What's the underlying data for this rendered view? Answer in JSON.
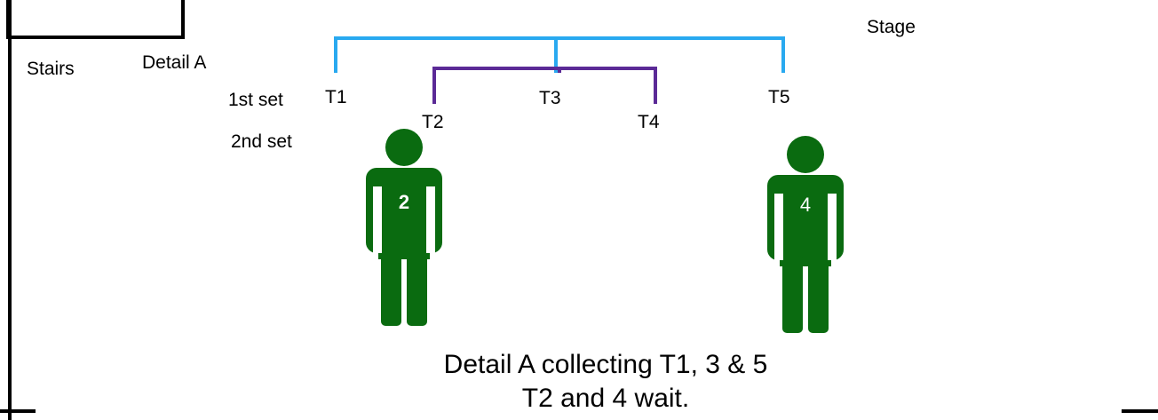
{
  "labels": {
    "stage": "Stage",
    "stairs": "Stairs",
    "detail_a": "Detail A",
    "first_set": "1st set",
    "second_set": "2nd set"
  },
  "tables": {
    "t1": "T1",
    "t2": "T2",
    "t3": "T3",
    "t4": "T4",
    "t5": "T5"
  },
  "people": [
    {
      "number": "2",
      "color": "#0a6b10"
    },
    {
      "number": "4",
      "color": "#0a6b10"
    }
  ],
  "caption": {
    "line1": "Detail A collecting T1, 3 & 5",
    "line2": "T2 and 4 wait."
  },
  "colors": {
    "first_set_bracket": "#29a9f0",
    "second_set_bracket": "#5b2a96",
    "person": "#0a6b10",
    "outline": "#000000"
  }
}
